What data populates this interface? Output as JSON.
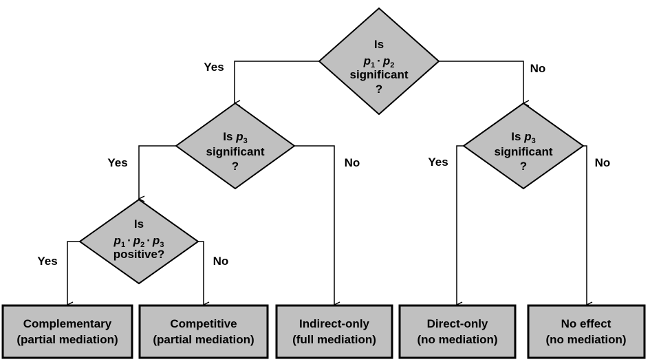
{
  "decisions": {
    "root": {
      "line1": "Is",
      "line3": "significant",
      "line4": "?"
    },
    "left": {
      "line1": "Is",
      "line2": "significant",
      "line3": "?"
    },
    "right": {
      "line1": "Is",
      "line2": "significant",
      "line3": "?"
    },
    "sign": {
      "line1": "Is",
      "line3": "positive?"
    }
  },
  "symbols": {
    "p": "p",
    "dot": "·",
    "s1": "1",
    "s2": "2",
    "s3": "3"
  },
  "branches": {
    "yes": "Yes",
    "no": "No"
  },
  "outcomes": [
    {
      "line1": "Complementary",
      "line2": "(partial mediation)"
    },
    {
      "line1": "Competitive",
      "line2": "(partial mediation)"
    },
    {
      "line1": "Indirect-only",
      "line2": "(full mediation)"
    },
    {
      "line1": "Direct-only",
      "line2": "(no mediation)"
    },
    {
      "line1": "No effect",
      "line2": "(no mediation)"
    }
  ]
}
